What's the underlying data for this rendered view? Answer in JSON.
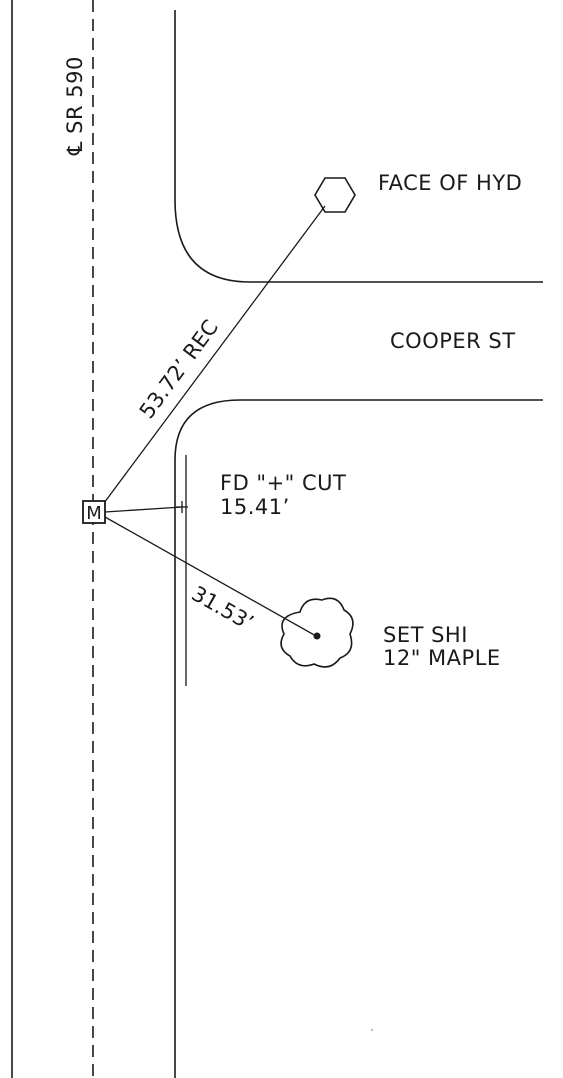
{
  "labels": {
    "centerline": "℄ SR 590",
    "hydrant": "FACE OF HYD",
    "street": "COOPER ST",
    "cut_line1": "FD \"+\" CUT",
    "cut_line2": "15.41’",
    "tree_line1": "SET SHI",
    "tree_line2": "12\" MAPLE",
    "monument": "M"
  },
  "dimensions": {
    "to_hydrant": "53.72’ REC",
    "to_tree": "31.53’"
  }
}
